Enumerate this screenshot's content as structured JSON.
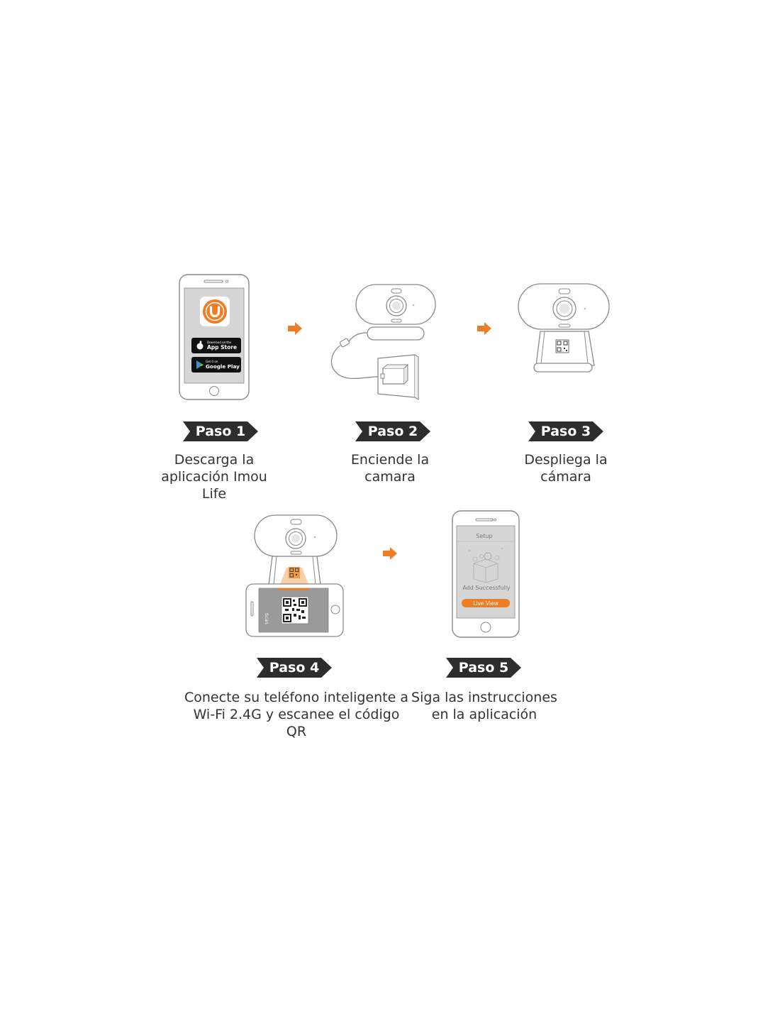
{
  "colors": {
    "accent": "#ee7d23",
    "badge": "#2d2d2d",
    "line": "#8a8a8a",
    "screen": "#d6d6d6"
  },
  "steps": [
    {
      "label": "Paso 1",
      "caption_lines": [
        "Descarga la",
        "aplicación Imou",
        "Life"
      ]
    },
    {
      "label": "Paso 2",
      "caption_lines": [
        "Enciende la",
        "camara"
      ]
    },
    {
      "label": "Paso 3",
      "caption_lines": [
        "Despliega la",
        "cámara"
      ]
    },
    {
      "label": "Paso 4",
      "caption_lines": [
        "Conecte su teléfono inteligente a",
        "Wi-Fi 2.4G y escanee el código",
        "QR"
      ]
    },
    {
      "label": "Paso 5",
      "caption_lines": [
        "Siga las instrucciones",
        "en la aplicación"
      ]
    }
  ],
  "phone1": {
    "app_store_small": "Download on the",
    "app_store": "App Store",
    "google_small": "Get it on",
    "google": "Google Play"
  },
  "phone4": {
    "scan": "Scan"
  },
  "phone5": {
    "setup": "Setup",
    "add_success": "Add Successfully",
    "live_view": "Live View"
  },
  "icons": [
    "imou-app-icon",
    "apple-icon",
    "google-play-icon",
    "arrow-right-icon",
    "qr-code-icon"
  ]
}
